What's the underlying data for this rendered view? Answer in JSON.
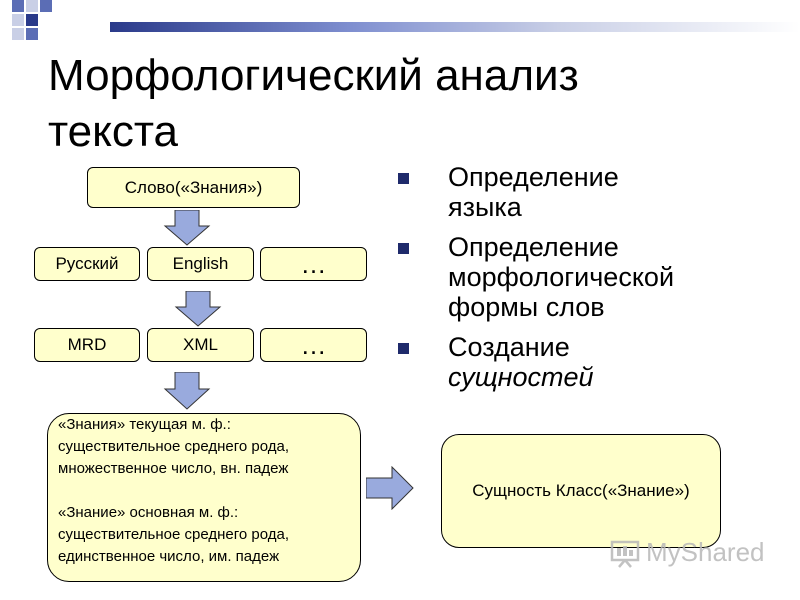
{
  "title": {
    "line1": "Морфологический анализ",
    "line2": "текста"
  },
  "diagram": {
    "word_box": "Слово(«Знания»)",
    "languages": [
      "Русский",
      "English",
      "…"
    ],
    "dictionaries": [
      "MRD",
      "XML",
      "…"
    ],
    "analysis": {
      "lines": [
        "«Знания» текущая м. ф.:",
        "существительное среднего рода,",
        "множественное число, вн. падеж",
        "«Знание» основная м. ф.:",
        "существительное среднего рода,",
        "единственное число, им. падеж"
      ]
    },
    "entity_box": "Сущность Класс(«Знание»)",
    "colors": {
      "box_fill": "#ffffcc",
      "arrow_fill": "#99aadd",
      "bullet": "#1f2a6b"
    }
  },
  "bullets": [
    {
      "line1": "Определение",
      "line2": "языка",
      "line3": ""
    },
    {
      "line1": "Определение",
      "line2": "морфологической",
      "line3": "формы слов"
    },
    {
      "line1": "Создание",
      "line2": "сущностей",
      "line3": ""
    }
  ],
  "watermark": {
    "icon": "presentation-board-icon",
    "text": "MyShared"
  }
}
